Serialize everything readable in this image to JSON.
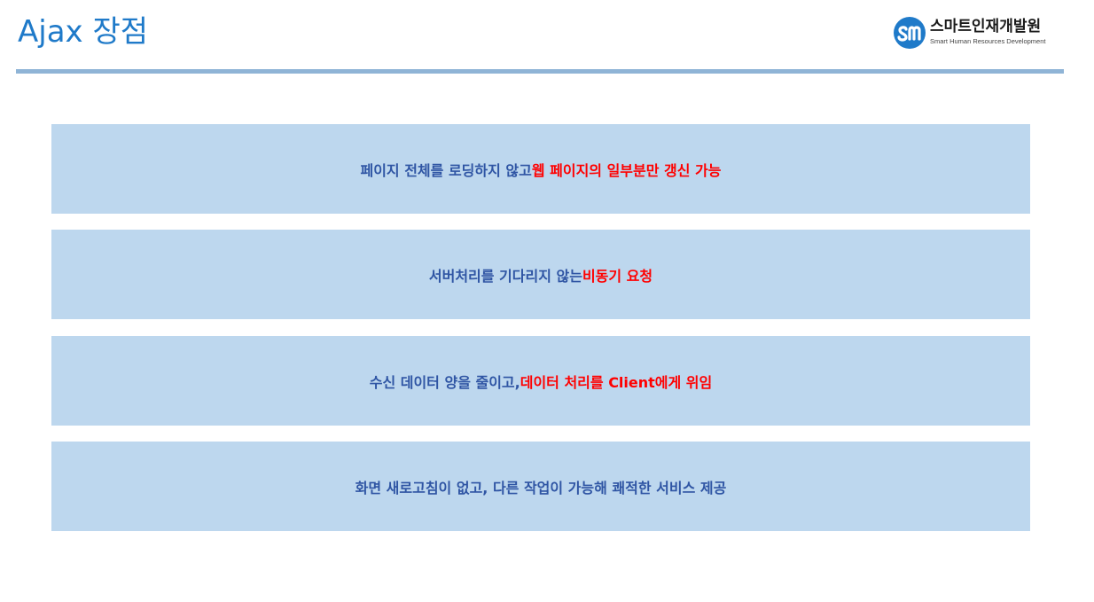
{
  "slide": {
    "title": "Ajax 장점"
  },
  "logo": {
    "icon": "smart-hrd-logo-icon",
    "name": "스마트인재개발원",
    "subtitle": "Smart Human Resources Development"
  },
  "colors": {
    "title": "#1f7ac9",
    "divider": "#8fb4d6",
    "box_background": "#bdd7ee",
    "text_blue": "#2f55a4",
    "text_red": "#ff0000"
  },
  "points": [
    {
      "normal": "페이지 전체를 로딩하지 않고 ",
      "highlight": "웹 페이지의 일부분만 갱신 가능"
    },
    {
      "normal": "서버처리를 기다리지 않는 ",
      "highlight": "비동기 요청"
    },
    {
      "normal": "수신 데이터 양을 줄이고, ",
      "highlight": "데이터 처리를 Client에게 위임"
    },
    {
      "normal": "화면 새로고침이 없고, 다른 작업이 가능해 쾌적한 서비스 제공",
      "highlight": ""
    }
  ]
}
